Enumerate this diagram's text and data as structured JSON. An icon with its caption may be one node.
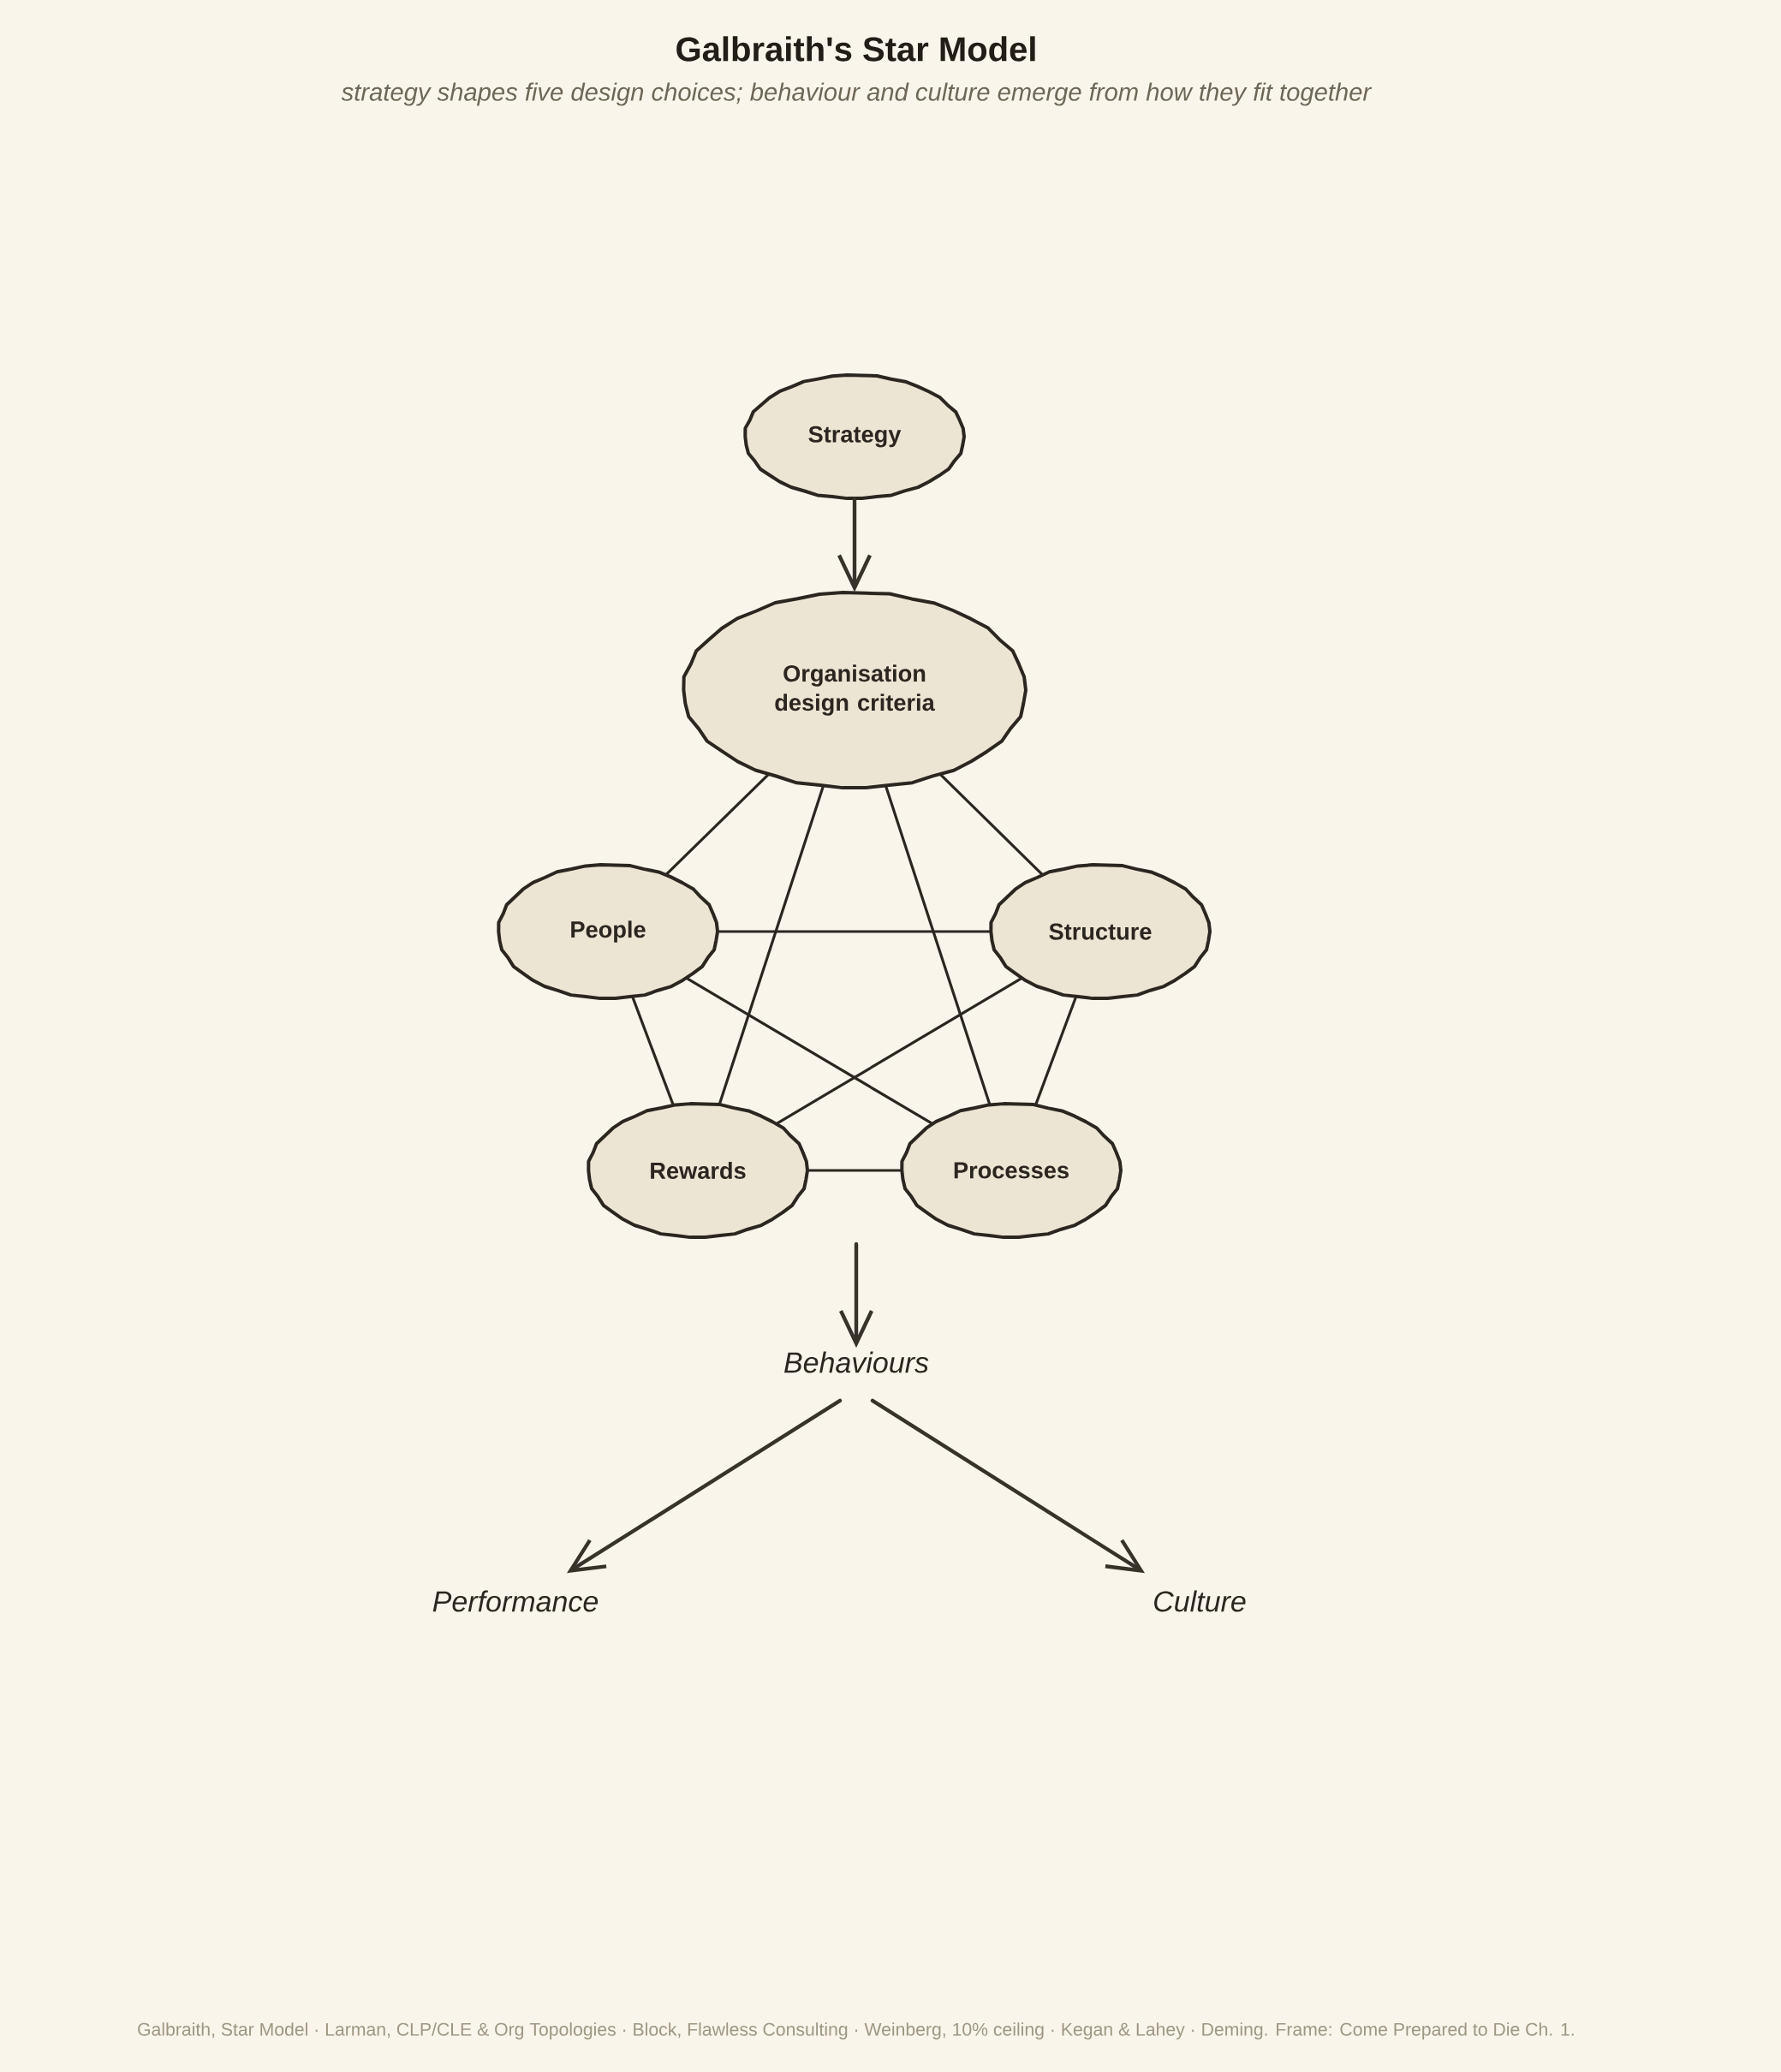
{
  "diagram": {
    "title": "Galbraith's Star Model",
    "nodes": [
      {
        "text": [
          "Strategy"
        ]
      },
      {
        "text": [
          "Organisation design criteria"
        ]
      },
      {
        "text": [
          "People"
        ]
      },
      {
        "text": [
          "Structure"
        ]
      },
      {
        "text": [
          "Rewards"
        ]
      },
      {
        "text": [
          "Processes"
        ]
      },
      {
        "text": [
          "Behaviours"
        ]
      },
      {
        "text": [
          "Performance"
        ]
      },
      {
        "text": [
          "Culture"
        ]
      }
    ],
    "edges": [
      {
        "from": 0,
        "to": 1,
        "arrow": "to"
      },
      {
        "from": 1,
        "to": 2,
        "arrow": "none"
      },
      {
        "from": 1,
        "to": 4,
        "arrow": "none"
      },
      {
        "from": 1,
        "to": 5,
        "arrow": "none"
      },
      {
        "from": 1,
        "to": 3,
        "arrow": "none"
      },
      {
        "from": 2,
        "to": 3,
        "arrow": "none"
      },
      {
        "from": 2,
        "to": 4,
        "arrow": "none"
      },
      {
        "from": 2,
        "to": 5,
        "arrow": "none"
      },
      {
        "from": 3,
        "to": 4,
        "arrow": "none"
      },
      {
        "from": 3,
        "to": 5,
        "arrow": "none"
      },
      {
        "from": 4,
        "to": 5,
        "arrow": "none"
      },
      {
        "from": null,
        "to": 6,
        "arrow": "to"
      },
      {
        "from": 6,
        "to": 7,
        "arrow": "to"
      },
      {
        "from": 6,
        "to": 8,
        "arrow": "to"
      }
    ],
    "labels": [
      "strategy shapes five design choices; behaviour and culture emerge from how they fit together",
      "Galbraith, Star Model · Larman, CLP/CLE & Org Topologies · Block, Flawless Consulting · Weinberg, 10% ceiling · Kegan & Lahey · Deming. Frame: Come Prepared to Die Ch. 1."
    ]
  }
}
